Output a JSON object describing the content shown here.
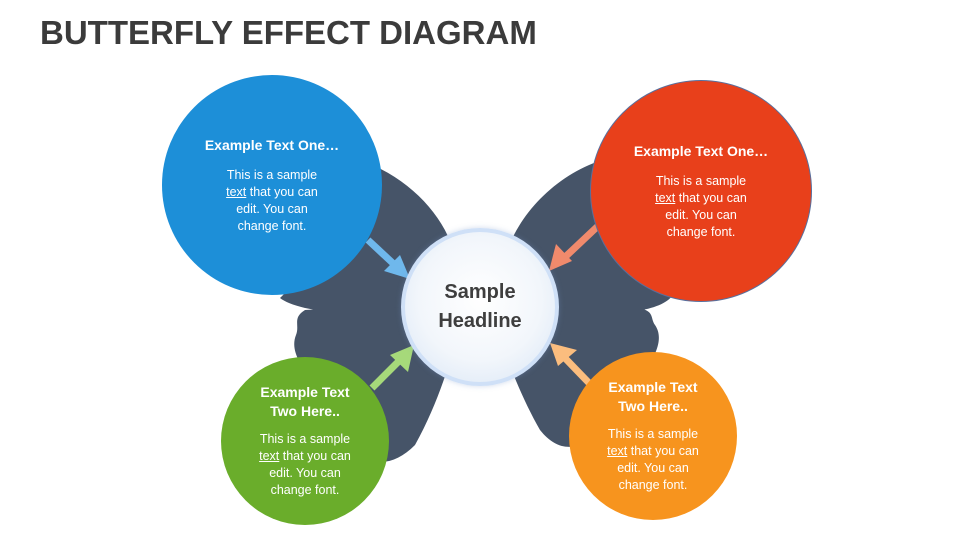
{
  "title": "BUTTERFLY EFFECT DIAGRAM",
  "center": {
    "line1": "Sample",
    "line2": "Headline"
  },
  "nodes": {
    "top_left": {
      "title": "Example Text One…",
      "body_line1": "This is a sample",
      "body_underlined": "text",
      "body_line2_rest": " that you can",
      "body_line3": "edit. You can",
      "body_line4": "change font."
    },
    "top_right": {
      "title": "Example Text One…",
      "body_line1": "This is a sample",
      "body_underlined": "text",
      "body_line2_rest": " that you can",
      "body_line3": "edit. You can",
      "body_line4": "change font."
    },
    "bottom_left": {
      "title_line1": "Example Text",
      "title_line2": "Two Here..",
      "body_line1": "This is a sample",
      "body_underlined": "text",
      "body_line2_rest": " that you can",
      "body_line3": "edit. You can",
      "body_line4": "change font."
    },
    "bottom_right": {
      "title_line1": "Example Text",
      "title_line2": "Two Here..",
      "body_line1": "This is a sample",
      "body_underlined": "text",
      "body_line2_rest": " that you can",
      "body_line3": "edit. You can",
      "body_line4": "change font."
    }
  },
  "colors": {
    "wing": "#465468",
    "blue": "#1d8fd8",
    "red": "#e8401b",
    "green": "#6aad2b",
    "orange": "#f7941e",
    "arrow_blue": "#6fb8ec",
    "arrow_red": "#f08a6c",
    "arrow_green": "#a6d97a",
    "arrow_orange": "#fbbd7e"
  }
}
